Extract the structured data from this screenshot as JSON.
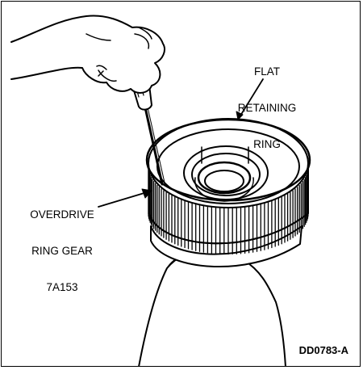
{
  "labels": {
    "flat_retaining_ring": [
      "FLAT",
      "RETAINING",
      "RING"
    ],
    "overdrive_ring_gear": [
      "OVERDRIVE",
      "RING GEAR",
      "7A153"
    ],
    "figure_code": "DD0783-A"
  },
  "colors": {
    "ink": "#000000",
    "paper": "#ffffff"
  }
}
